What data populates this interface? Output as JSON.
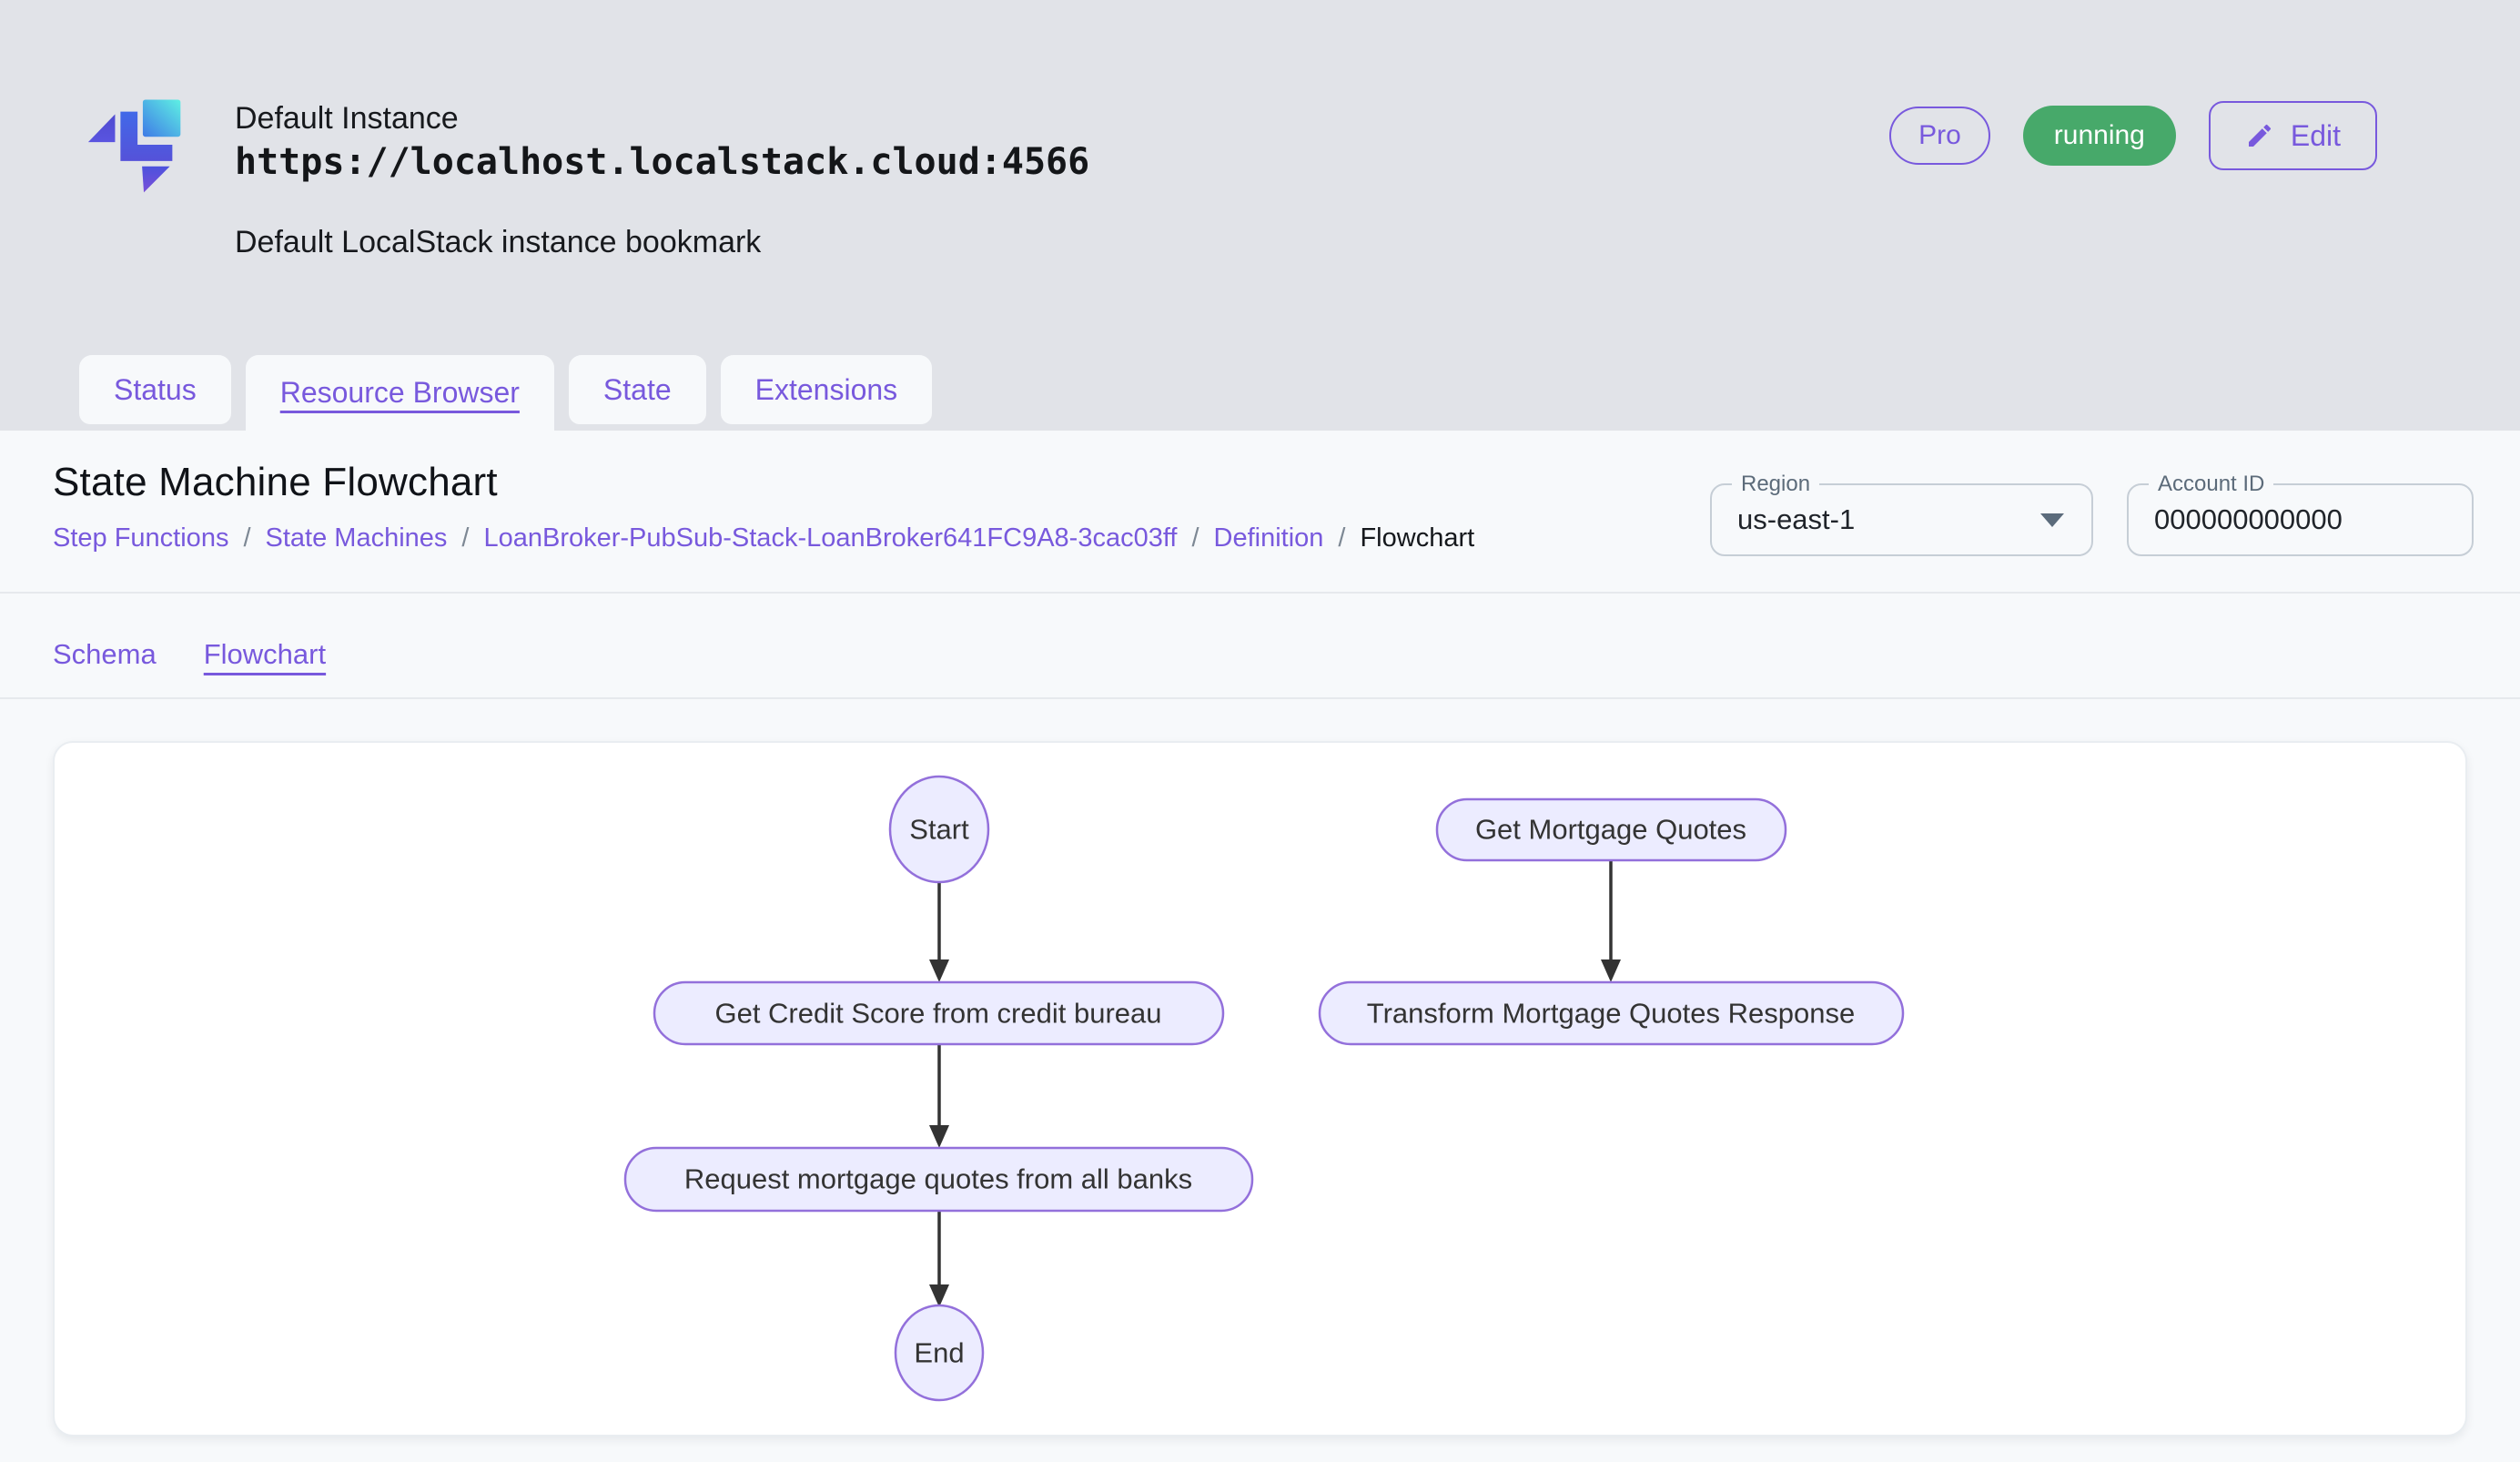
{
  "header": {
    "instance_name": "Default Instance",
    "instance_url": "https://localhost.localstack.cloud:4566",
    "instance_description": "Default LocalStack instance bookmark",
    "pro_badge": "Pro",
    "status_badge": "running",
    "edit_button": "Edit"
  },
  "tabs": {
    "items": [
      {
        "label": "Status",
        "active": false
      },
      {
        "label": "Resource Browser",
        "active": true
      },
      {
        "label": "State",
        "active": false
      },
      {
        "label": "Extensions",
        "active": false
      }
    ]
  },
  "page": {
    "title": "State Machine Flowchart",
    "breadcrumb_separator": "/",
    "breadcrumb": [
      {
        "label": "Step Functions"
      },
      {
        "label": "State Machines"
      },
      {
        "label": "LoanBroker-PubSub-Stack-LoanBroker641FC9A8-3cac03ff"
      },
      {
        "label": "Definition"
      },
      {
        "label": "Flowchart"
      }
    ]
  },
  "filters": {
    "region_label": "Region",
    "region_value": "us-east-1",
    "account_label": "Account ID",
    "account_value": "000000000000"
  },
  "subtabs": {
    "items": [
      {
        "label": "Schema",
        "active": false
      },
      {
        "label": "Flowchart",
        "active": true
      }
    ]
  },
  "flowchart": {
    "nodes": {
      "start": "Start",
      "get_credit_score": "Get Credit Score from credit bureau",
      "request_quotes": "Request mortgage quotes from all banks",
      "end": "End",
      "get_mortgage_quotes": "Get Mortgage Quotes",
      "transform_response": "Transform Mortgage Quotes Response"
    },
    "edges": [
      {
        "from": "start",
        "to": "get_credit_score"
      },
      {
        "from": "get_credit_score",
        "to": "request_quotes"
      },
      {
        "from": "request_quotes",
        "to": "end"
      },
      {
        "from": "get_mortgage_quotes",
        "to": "transform_response"
      }
    ],
    "colors": {
      "node_fill": "#ECECFF",
      "node_border": "#9370DB",
      "edge": "#333333"
    }
  },
  "colors": {
    "accent_purple": "#7859dd",
    "status_green": "#47a96a",
    "page_background": "#e1e3e8",
    "panel_background": "#f7f9fb"
  }
}
